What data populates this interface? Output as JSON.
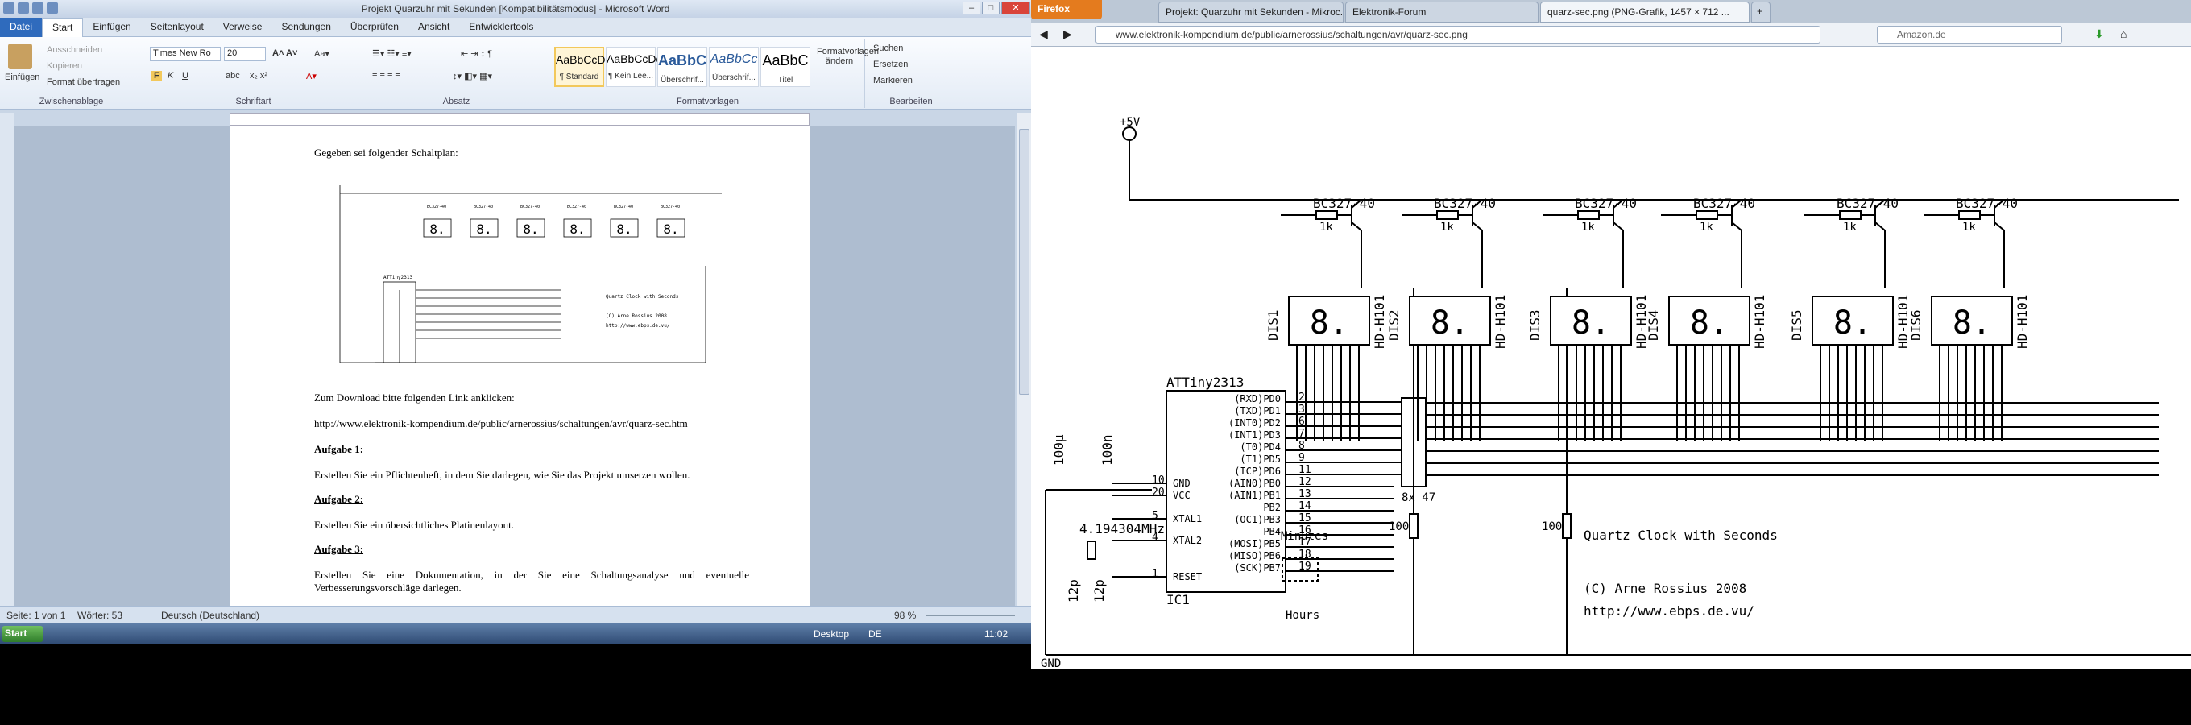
{
  "word": {
    "title": "Projekt Quarzuhr mit Sekunden [Kompatibilitätsmodus] - Microsoft Word",
    "tabs": [
      "Datei",
      "Start",
      "Einfügen",
      "Seitenlayout",
      "Verweise",
      "Sendungen",
      "Überprüfen",
      "Ansicht",
      "Entwicklertools"
    ],
    "ribbon": {
      "clipboard": {
        "paste": "Einfügen",
        "cut": "Ausschneiden",
        "copy": "Kopieren",
        "format": "Format übertragen",
        "label": "Zwischenablage"
      },
      "font": {
        "name": "Times New Ro",
        "size": "20",
        "label": "Schriftart"
      },
      "paragraph": {
        "label": "Absatz"
      },
      "styles": {
        "items": [
          {
            "sample": "AaBbCcDc",
            "name": "¶ Standard"
          },
          {
            "sample": "AaBbCcDc",
            "name": "¶ Kein Lee..."
          },
          {
            "sample": "AaBbC",
            "name": "Überschrif..."
          },
          {
            "sample": "AaBbCc",
            "name": "Überschrif..."
          },
          {
            "sample": "AaBbC",
            "name": "Titel"
          }
        ],
        "change": "Formatvorlagen ändern",
        "label": "Formatvorlagen"
      },
      "edit": {
        "find": "Suchen",
        "replace": "Ersetzen",
        "select": "Markieren",
        "label": "Bearbeiten"
      }
    },
    "doc": {
      "intro": "Gegeben sei folgender Schaltplan:",
      "download": "Zum Download bitte folgenden Link anklicken:",
      "link": "http://www.elektronik-kompendium.de/public/arnerossius/schaltungen/avr/quarz-sec.htm",
      "a1_title": "Aufgabe 1:",
      "a1": "Erstellen Sie ein Pflichtenheft, in dem Sie darlegen, wie Sie das Projekt umsetzen wollen.",
      "a2_title": "Aufgabe 2:",
      "a2": "Erstellen Sie ein übersichtliches Platinenlayout.",
      "a3_title": "Aufgabe 3:",
      "a3": "Erstellen Sie eine Dokumentation, in der Sie eine Schaltungsanalyse und eventuelle Verbesserungsvorschläge darlegen."
    },
    "status": {
      "page": "Seite: 1 von 1",
      "words": "Wörter: 53",
      "lang": "Deutsch (Deutschland)",
      "zoom": "98 %"
    }
  },
  "taskbar": {
    "start": "Start",
    "desktop": "Desktop",
    "lang": "DE",
    "time": "11:02"
  },
  "firefox": {
    "button": "Firefox",
    "tabs": [
      "Projekt: Quarzuhr mit Sekunden - Mikroc...",
      "Elektronik-Forum",
      "quarz-sec.png (PNG-Grafik, 1457 × 712 ..."
    ],
    "url": "www.elektronik-kompendium.de/public/arnerossius/schaltungen/avr/quarz-sec.png",
    "search": "Amazon.de"
  },
  "schematic": {
    "vcc": "+5V",
    "gnd": "GND",
    "transistor": "BC327-40",
    "resistor_base": "1k",
    "displays": [
      "DIS1",
      "DIS2",
      "DIS3",
      "DIS4",
      "DIS5",
      "DIS6"
    ],
    "display_type": "HD-H101",
    "mcu": "ATTiny2313",
    "ic": "IC1",
    "pins_right": [
      "(RXD)PD0",
      "(TXD)PD1",
      "(INT0)PD2",
      "(INT1)PD3",
      "(T0)PD4",
      "(T1)PD5",
      "(ICP)PD6",
      "(AIN0)PB0",
      "(AIN1)PB1",
      "PB2",
      "(OC1)PB3",
      "PB4",
      "(MOSI)PB5",
      "(MISO)PB6",
      "(SCK)PB7"
    ],
    "pins_right_nums": [
      "2",
      "3",
      "6",
      "7",
      "8",
      "9",
      "11",
      "12",
      "13",
      "14",
      "15",
      "16",
      "17",
      "18",
      "19"
    ],
    "pins_left": [
      "GND",
      "VCC",
      "XTAL1",
      "XTAL2",
      "RESET"
    ],
    "pins_left_nums": [
      "10",
      "20",
      "5",
      "4",
      "1"
    ],
    "crystal": "4.194304MHz",
    "caps": [
      "100µ",
      "100n",
      "12p",
      "12p"
    ],
    "rarray": "8x 47",
    "r100": "100",
    "minutes": "Minutes",
    "hours": "Hours",
    "clock_title": "Quartz Clock with Seconds",
    "copyright": "(C) Arne Rossius 2008",
    "website": "http://www.ebps.de.vu/"
  }
}
